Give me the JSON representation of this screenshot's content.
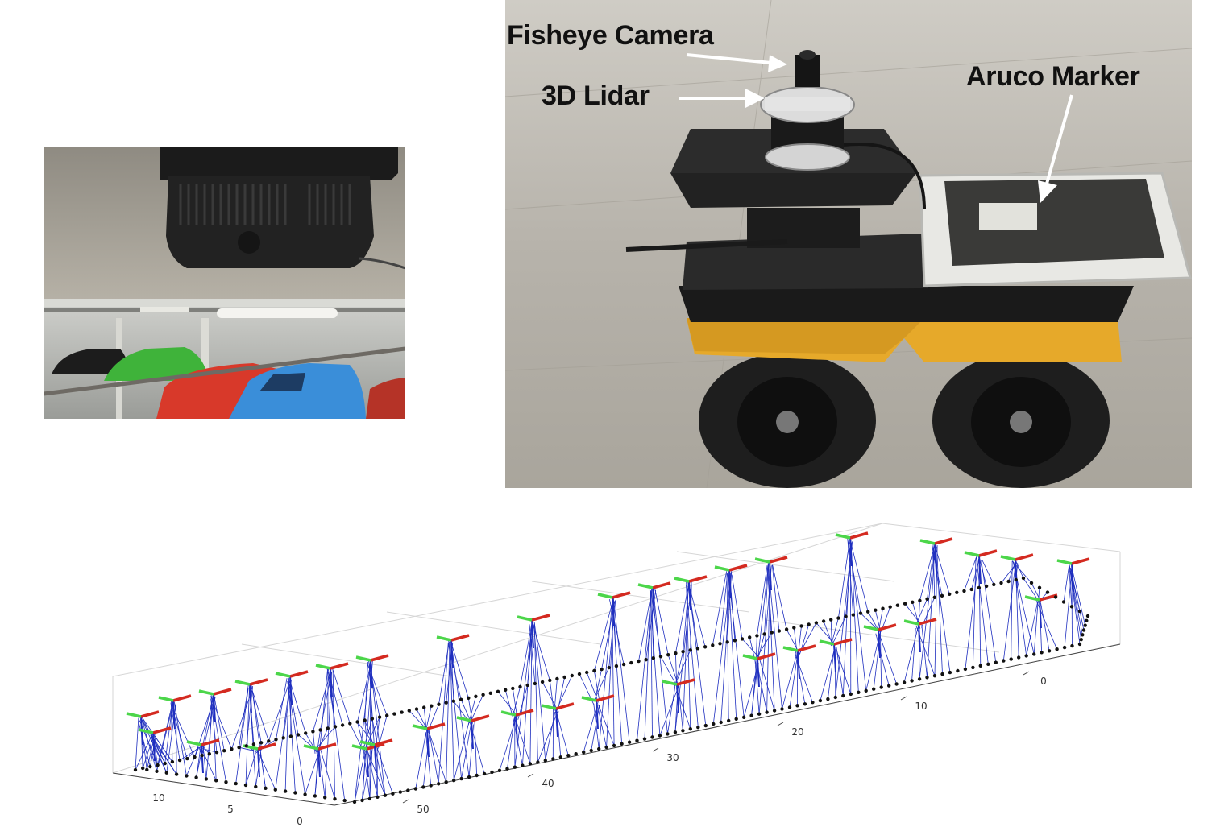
{
  "photo_robot": {
    "callouts": {
      "camera": "Fisheye Camera",
      "lidar": "3D Lidar",
      "marker": "Aruco Marker"
    }
  },
  "plot": {
    "axis_ticks": {
      "long_axis": [
        "0",
        "10",
        "20",
        "30",
        "40",
        "50"
      ],
      "short_axis": [
        "10",
        "5",
        "0"
      ]
    },
    "colors": {
      "trajectory": "#111111",
      "rays": "#1f2fbf",
      "axis_x": "#d42a20",
      "axis_y": "#4cd64a"
    }
  }
}
